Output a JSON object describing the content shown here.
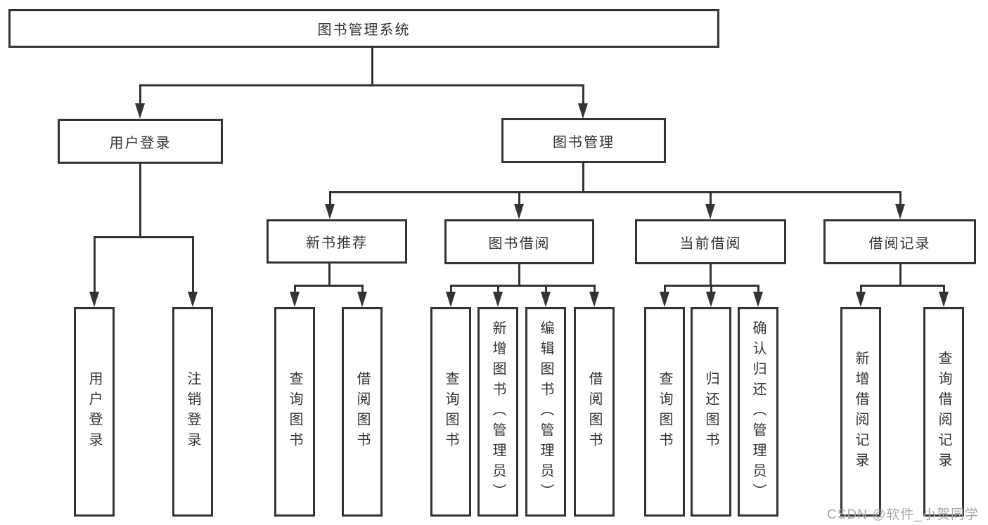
{
  "diagram_type": "hierarchy-tree",
  "tree": {
    "root": {
      "label": "图书管理系统",
      "children": [
        {
          "label": "用户登录",
          "children": [
            {
              "label": "用户登录"
            },
            {
              "label": "注销登录"
            }
          ]
        },
        {
          "label": "图书管理",
          "children": [
            {
              "label": "新书推荐",
              "children": [
                {
                  "label": "查询图书"
                },
                {
                  "label": "借阅图书"
                }
              ]
            },
            {
              "label": "图书借阅",
              "children": [
                {
                  "label": "查询图书"
                },
                {
                  "label": "新增图书（管理员）"
                },
                {
                  "label": "编辑图书（管理员）"
                },
                {
                  "label": "借阅图书"
                }
              ]
            },
            {
              "label": "当前借阅",
              "children": [
                {
                  "label": "查询图书"
                },
                {
                  "label": "归还图书"
                },
                {
                  "label": "确认归还（管理员）"
                }
              ]
            },
            {
              "label": "借阅记录",
              "children": [
                {
                  "label": "新增借阅记录"
                },
                {
                  "label": "查询借阅记录"
                }
              ]
            }
          ]
        }
      ]
    }
  },
  "watermark": {
    "text": "CSDN @软件_小贺同学"
  },
  "colors": {
    "line": "#333333",
    "box_background": "#ffffff",
    "watermark": "#a6a6a6"
  }
}
